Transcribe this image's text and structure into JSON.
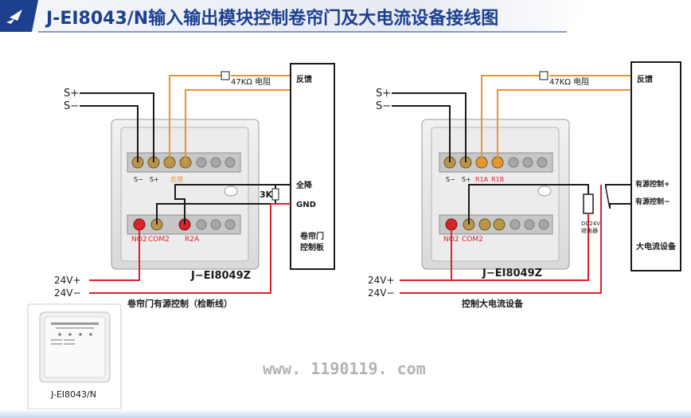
{
  "header": {
    "title": "J-EI8043/N输入输出模块控制卷帘门及大电流设备接线图"
  },
  "left_diagram": {
    "signal_plus": "S+",
    "signal_minus": "S−",
    "resistor_label": "47KΩ 电阻",
    "feedback_label": "反馈",
    "terminal_s_minus": "S−",
    "terminal_s_plus": "S+",
    "terminal_feedback": "反馈",
    "resistor_3k": "3K",
    "full_down_label": "全降",
    "gnd_label": "GND",
    "no2": "NO2",
    "com2": "COM2",
    "r2a": "R2A",
    "module_model": "J−EI8049Z",
    "power_plus": "24V+",
    "power_minus": "24V−",
    "panel_label_line1": "卷帘门",
    "panel_label_line2": "控制板",
    "caption": "卷帘门有源控制（检断线）"
  },
  "right_diagram": {
    "signal_plus": "S+",
    "signal_minus": "S−",
    "resistor_label": "47KΩ 电阻",
    "feedback_label": "反馈",
    "terminal_s_minus": "S−",
    "terminal_s_plus": "S+",
    "terminal_r1a": "R1A",
    "terminal_r1b": "R1B",
    "no2": "NO2",
    "com2": "COM2",
    "relay_line1": "DC24V",
    "relay_line2": "继电器",
    "active_plus": "有源控制+",
    "active_minus": "有源控制−",
    "equipment_label": "大电流设备",
    "module_model": "J−EI8049Z",
    "power_plus": "24V+",
    "power_minus": "24V−",
    "caption": "控制大电流设备"
  },
  "product": {
    "model": "J-EI8043/N"
  },
  "watermark": "www. 1190119. com",
  "colors": {
    "header_blue": "#1c3f8f",
    "wire_black": "#1a1a1a",
    "wire_red": "#d8232a",
    "wire_orange": "#e8962c"
  }
}
